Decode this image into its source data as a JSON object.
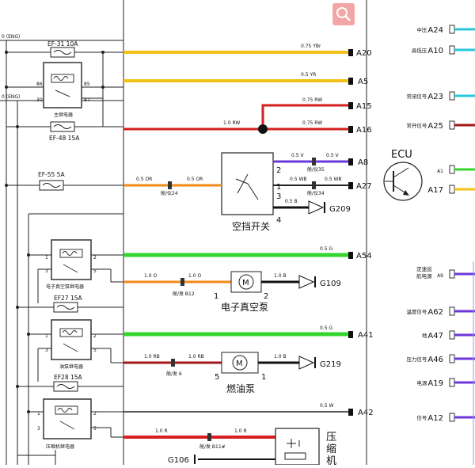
{
  "ground": {
    "top": "0 (ENG)",
    "mid": "0 (ENG)"
  },
  "fuses": {
    "ef31": "EF-31  10A",
    "ef48": "EF-48 15A",
    "ef55": "EF-55  5A",
    "ef27": "EF27  15A",
    "ef28": "EF28  15A"
  },
  "main_relay": {
    "label": "主继电器",
    "p86": "86",
    "p85": "85",
    "p30": "30",
    "p87": "87"
  },
  "vac_relay": {
    "label": "电子真空泵继电器",
    "p1": "1",
    "p2": "2",
    "p3": "3",
    "p5": "5"
  },
  "fuel_relay": {
    "label": "油泵继电器",
    "p1": "1",
    "p2": "2",
    "p3": "3",
    "p5": "5"
  },
  "comp_relay": {
    "label": "压缩机继电器",
    "p1": "1",
    "p2": "2",
    "p3": "3",
    "p5": "5"
  },
  "wires": {
    "a20": "0.75 YBr",
    "a5": "0.5 YR",
    "a15": "0.75 RW",
    "a16": "0.75 RW",
    "trunk": "1.0 RW",
    "a8": "0.5 V",
    "a8b": "0.5 V",
    "a27": "0.5 WB",
    "a27b": "0.5 WB",
    "gnd209": "0.5 B",
    "sw_in1": "0.5 OR",
    "sw_in2": "0.5 OR",
    "a54": "0.5 G",
    "vac1": "1.0 O",
    "vac2": "1.0 O",
    "vac_out": "1.0 B",
    "a41": "0.5 G",
    "fuel1": "1.0 RB",
    "fuel2": "1.0 RB",
    "fuel_out": "1.0 B",
    "a42": "0.5 W",
    "comp1": "1.0 R",
    "comp2": "1.0 R"
  },
  "connectors": {
    "dash24": "舱/仪24",
    "dash35": "舱/仪35",
    "dash34": "舱/仪34",
    "b12": "舱/发 B12",
    "fuel6": "舱/发 6",
    "b11": "舱/发 B11#"
  },
  "pins": {
    "a20": "A20",
    "a5": "A5",
    "a15": "A15",
    "a16": "A16",
    "a8": "A8",
    "a27": "A27",
    "a54": "A54",
    "a41": "A41",
    "a42": "A42",
    "sw1": "1",
    "sw2": "2",
    "sw3": "3",
    "sw4": "4",
    "vp1": "1",
    "vp2": "2",
    "fp5": "5",
    "fp1": "1"
  },
  "devices": {
    "switch": "空挡开关",
    "vac_pump": "电子真空泵",
    "fuel_pump": "燃油泵",
    "motor": "M",
    "compressor": [
      "压",
      "缩",
      "机"
    ]
  },
  "grounds": {
    "g209": "G209",
    "g109": "G109",
    "g219": "G219",
    "g106": "G106"
  },
  "ecu": {
    "title": "ECU",
    "pins": [
      {
        "label": "中压",
        "pin": "A24"
      },
      {
        "label": "高低压",
        "pin": "A10"
      },
      {
        "label": "常闭信号",
        "pin": "A23"
      },
      {
        "label": "常开信号",
        "pin": "A25"
      },
      {
        "label": "",
        "pin": "A1"
      },
      {
        "label": "",
        "pin": "A17"
      },
      {
        "label": "定速巡航电源",
        "pin": "A9"
      },
      {
        "label": "温度信号",
        "pin": "A62"
      },
      {
        "label": "地",
        "pin": "A47"
      },
      {
        "label": "压力信号",
        "pin": "A46"
      },
      {
        "label": "电源",
        "pin": "A19"
      },
      {
        "label": "信号",
        "pin": "A12"
      }
    ]
  },
  "colors": {
    "yellow": "#f2c21b",
    "red": "#d42020",
    "orange": "#f08a1a",
    "green": "#34d62e",
    "violet": "#6a38d8",
    "darkred": "#a01818",
    "cyan": "#28c8d8"
  }
}
